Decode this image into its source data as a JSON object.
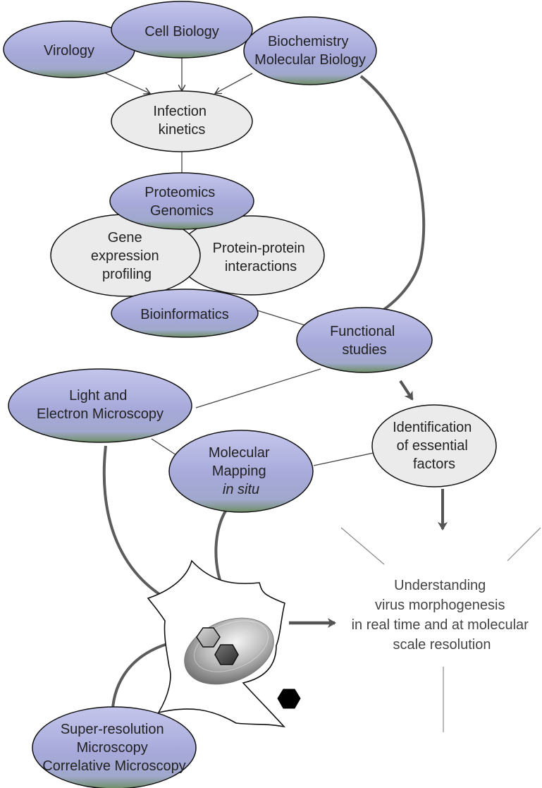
{
  "colors": {
    "blue_node_top": "#b4b6e2",
    "blue_node_mid": "#a6a8d8",
    "blue_node_bottom": "#7f9a76",
    "grey_node": "#ebebeb",
    "outline": "#111111",
    "connector": "#5c5c5c",
    "text": "#222222"
  },
  "nodes": {
    "virology": {
      "lines": [
        "Virology"
      ]
    },
    "cell_biology": {
      "lines": [
        "Cell Biology"
      ]
    },
    "biochemistry": {
      "lines": [
        "Biochemistry",
        "Molecular Biology"
      ]
    },
    "infection_kinetics": {
      "lines": [
        "Infection",
        "kinetics"
      ]
    },
    "proteomics": {
      "lines": [
        "Proteomics",
        "Genomics"
      ]
    },
    "gene_expression": {
      "lines": [
        "Gene",
        "expression",
        "profiling"
      ]
    },
    "protein_interactions": {
      "lines": [
        "Protein-protein",
        "interactions"
      ]
    },
    "bioinformatics": {
      "lines": [
        "Bioinformatics"
      ]
    },
    "functional_studies": {
      "lines": [
        "Functional",
        "studies"
      ]
    },
    "microscopy": {
      "lines": [
        "Light and",
        "Electron Microscopy"
      ]
    },
    "essential_factors": {
      "lines": [
        "Identification",
        "of essential",
        "factors"
      ]
    },
    "molecular_mapping": {
      "lines": [
        "Molecular",
        "Mapping"
      ],
      "italic_line": "in situ"
    },
    "super_resolution": {
      "lines": [
        "Super-resolution",
        "Microscopy",
        "Correlative Microscopy"
      ]
    }
  },
  "outcome": {
    "lines": [
      "Understanding",
      "virus morphogenesis",
      "in real time and at molecular",
      "scale resolution"
    ]
  },
  "icons": [
    "cell-shape-icon",
    "nucleus-icon",
    "virus-hexagon-icon"
  ]
}
